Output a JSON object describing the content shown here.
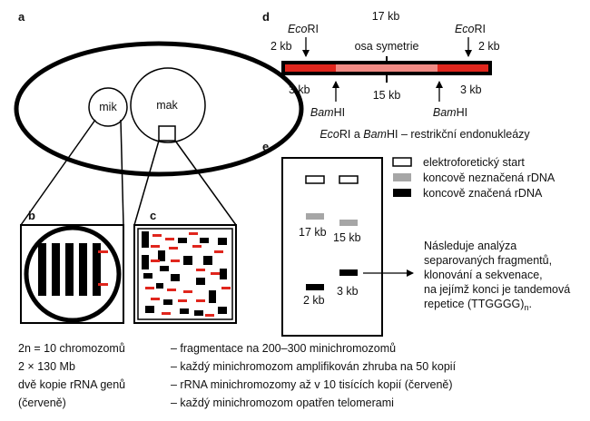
{
  "panels": {
    "a": "a",
    "b": "b",
    "c": "c",
    "d": "d",
    "e": "e"
  },
  "cell": {
    "micronucleus": "mik",
    "macronucleus": "mak"
  },
  "restriction_map": {
    "total_size": "17 kb",
    "enzyme_eco_prefix": "Eco",
    "enzyme_eco_suffix": "RI",
    "enzyme_bam_prefix": "Bam",
    "enzyme_bam_suffix": "HI",
    "eco_left_size": "2 kb",
    "eco_right_size": "2 kb",
    "symmetry_label": "osa symetrie",
    "bam_left_size": "3 kb",
    "bam_right_size": "3 kb",
    "middle_size": "15 kb",
    "caption_rest": " – restrikční endonukleázy",
    "caption_and": " a "
  },
  "gel": {
    "legend": [
      {
        "label": "elektroforetický start",
        "style": "start"
      },
      {
        "label": "koncově neznačená rDNA",
        "style": "unlabeled"
      },
      {
        "label": "koncově značená rDNA",
        "style": "labeled"
      }
    ],
    "band_17": "17 kb",
    "band_15": "15 kb",
    "band_2": "2 kb",
    "band_3": "3 kb",
    "note_lines": [
      "Následuje analýza",
      "separovaných fragmentů,",
      "klonování a sekvenace,",
      "na jejímž konci je tandemová"
    ],
    "note_last": "repetice (TTGGGG)",
    "note_sub": "n",
    "note_end": "."
  },
  "notes": [
    {
      "left": "2n = 10 chromozomů",
      "right": "– fragmentace na 200–300 minichromozomů"
    },
    {
      "left": "2 × 130 Mb",
      "right": "– každý minichromozom amplifikován zhruba na 50 kopií"
    },
    {
      "left": "dvě kopie rRNA genů",
      "right": "– rRNA minichromozomy až v 10 tisících kopií (červeně)"
    },
    {
      "left": "(červeně)",
      "right": "– každý minichromozom opatřen telomerami"
    }
  ],
  "colors": {
    "red": "#e0261d",
    "gray": "#a6a6a6",
    "black": "#000000",
    "background": "#ffffff"
  }
}
